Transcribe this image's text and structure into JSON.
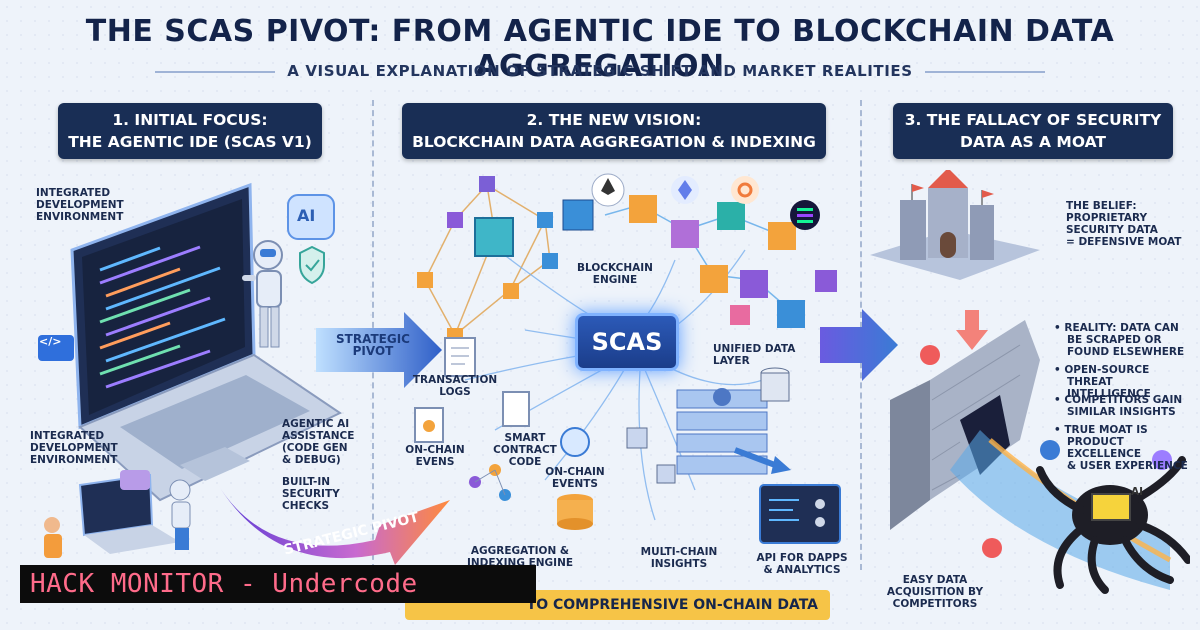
{
  "title": "THE SCAS PIVOT: FROM AGENTIC IDE TO BLOCKCHAIN DATA AGGREGATION",
  "subtitle": "A VISUAL EXPLANATION OF STRATEGIC SHIFT AND MARKET REALITIES",
  "panels": [
    {
      "title_line1": "1. INITIAL FOCUS:",
      "title_line2": "THE AGENTIC IDE (SCAS V1)"
    },
    {
      "title_line1": "2. THE NEW VISION:",
      "title_line2": "BLOCKCHAIN DATA AGGREGATION & INDEXING"
    },
    {
      "title_line1": "3. THE FALLACY OF SECURITY",
      "title_line2": "DATA AS A MOAT"
    }
  ],
  "left": {
    "ide_top": [
      "INTEGRATED",
      "DEVELOPMENT",
      "ENVIRONMENT"
    ],
    "ide_bottom": [
      "INTEGRATED",
      "DEVELOPMENT",
      "ENVIRONMENT"
    ],
    "agentic": [
      "AGENTIC AI",
      "ASSISTANCE",
      "(CODE GEN",
      "& DEBUG)"
    ],
    "security": [
      "BUILT-IN",
      "SECURITY",
      "CHECKS"
    ],
    "ai_badge": "AI",
    "code_badge": "</>",
    "pivot_arrow": [
      "STRATEGIC",
      "PIVOT"
    ],
    "pivot_curve": "STRATEGIC PIVOT"
  },
  "middle": {
    "scas": "SCAS",
    "blockchain_engine": [
      "BLOCKCHAIN",
      "ENGINE"
    ],
    "transaction_logs": [
      "TRANSACTION",
      "LOGS"
    ],
    "onchain_evens": [
      "ON-CHAIN",
      "EVENS"
    ],
    "smart_contract": [
      "SMART",
      "CONTRACT",
      "CODE"
    ],
    "onchain_events": [
      "ON-CHAIN",
      "EVENTS"
    ],
    "unified": [
      "UNIFIED DATA",
      "LAYER"
    ],
    "aggregation": [
      "AGGREGATION &",
      "INDEXING ENGINE"
    ],
    "multichain": [
      "MULTI-CHAIN",
      "INSIGHTS"
    ],
    "api": [
      "API FOR DAPPS",
      "& ANALYTICS"
    ],
    "footer": "TO COMPREHENSIVE ON-CHAIN DATA"
  },
  "right": {
    "belief": [
      "THE BELIEF:",
      "PROPRIETARY",
      "SECURITY DATA",
      "= DEFENSIVE MOAT"
    ],
    "bullets": [
      [
        "REALITY: DATA CAN",
        "BE SCRAPED OR",
        "FOUND ELSEWHERE"
      ],
      [
        "OPEN-SOURCE",
        "THREAT INTELLIGENCE"
      ],
      [
        "COMPETITORS GAIN",
        "SIMILAR INSIGHTS"
      ],
      [
        "TRUE MOAT IS",
        "PRODUCT EXCELLENCE",
        "& USER EXPERIENCE"
      ]
    ],
    "easy": [
      "EASY DATA",
      "ACQUISITION BY",
      "COMPETITORS"
    ],
    "ai_chip": "AI"
  },
  "banner": "HACK MONITOR - Undercode",
  "colors": {
    "navy": "#192e55",
    "accent_blue": "#2f6fdc",
    "cube_orange": "#f3a33c",
    "cube_purple": "#8a5ad8",
    "cube_teal": "#2bb0a8",
    "footer_yellow": "#f6c447",
    "banner_pink": "#ff6b8a"
  }
}
